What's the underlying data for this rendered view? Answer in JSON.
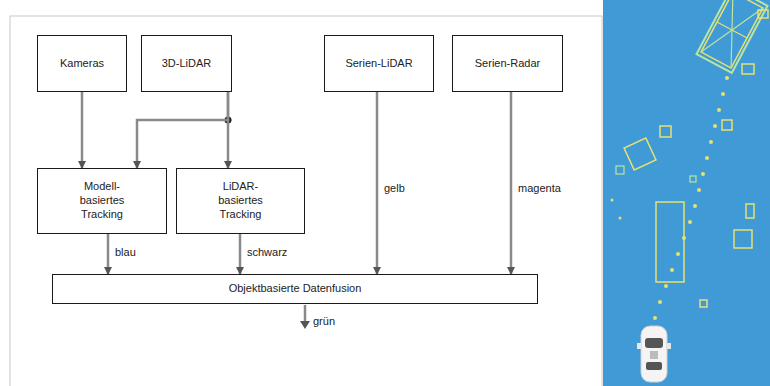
{
  "diagram": {
    "nodes": [
      {
        "text": [
          "Kameras"
        ]
      },
      {
        "text": [
          "3D-LiDAR"
        ]
      },
      {
        "text": [
          "Serien-LiDAR"
        ]
      },
      {
        "text": [
          "Serien-Radar"
        ]
      },
      {
        "text": [
          "Modell- basiertes Tracking"
        ]
      },
      {
        "text": [
          "LiDAR- basiertes Tracking"
        ]
      },
      {
        "text": [
          "Objektbasierte Datenfusion"
        ]
      }
    ],
    "edges": [
      {
        "from": 0,
        "to": 4,
        "arrow": "to"
      },
      {
        "from": 1,
        "to": 4,
        "arrow": "to"
      },
      {
        "from": 1,
        "to": 5,
        "arrow": "to"
      },
      {
        "from": 4,
        "to": 6,
        "label": "blau",
        "arrow": "to"
      },
      {
        "from": 5,
        "to": 6,
        "label": "schwarz",
        "arrow": "to"
      },
      {
        "from": 2,
        "to": 6,
        "label": "gelb",
        "arrow": "to"
      },
      {
        "from": 3,
        "to": 6,
        "label": "magenta",
        "arrow": "to"
      }
    ],
    "labels": [
      "grün"
    ]
  }
}
